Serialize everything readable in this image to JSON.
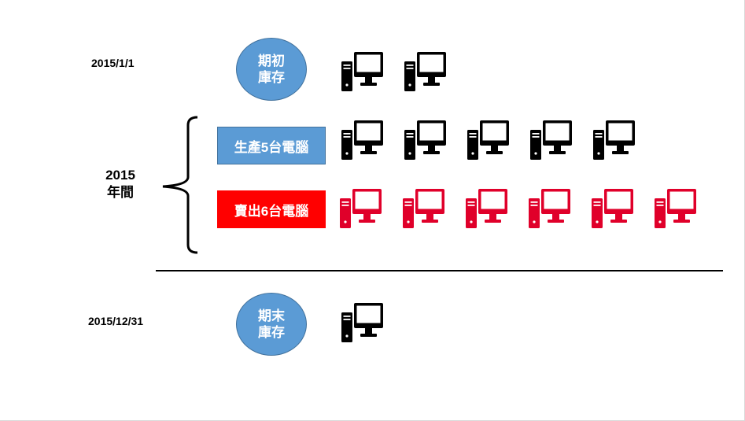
{
  "start": {
    "date": "2015/1/1",
    "oval_line1": "期初",
    "oval_line2": "庫存",
    "computers": 2
  },
  "year": {
    "line1": "2015",
    "line2": "年間"
  },
  "produce": {
    "label": "生產5台電腦",
    "computers": 5,
    "color": "#5b9bd5"
  },
  "sell": {
    "label": "賣出6台電腦",
    "computers": 6,
    "color": "#ff0000",
    "icon_color": "#e0002a"
  },
  "end": {
    "date": "2015/12/31",
    "oval_line1": "期末",
    "oval_line2": "庫存",
    "computers": 1
  },
  "icons": {
    "computer": "desktop-computer-icon"
  },
  "colors": {
    "oval_fill": "#5b9bd5",
    "icon_default": "#000000"
  }
}
